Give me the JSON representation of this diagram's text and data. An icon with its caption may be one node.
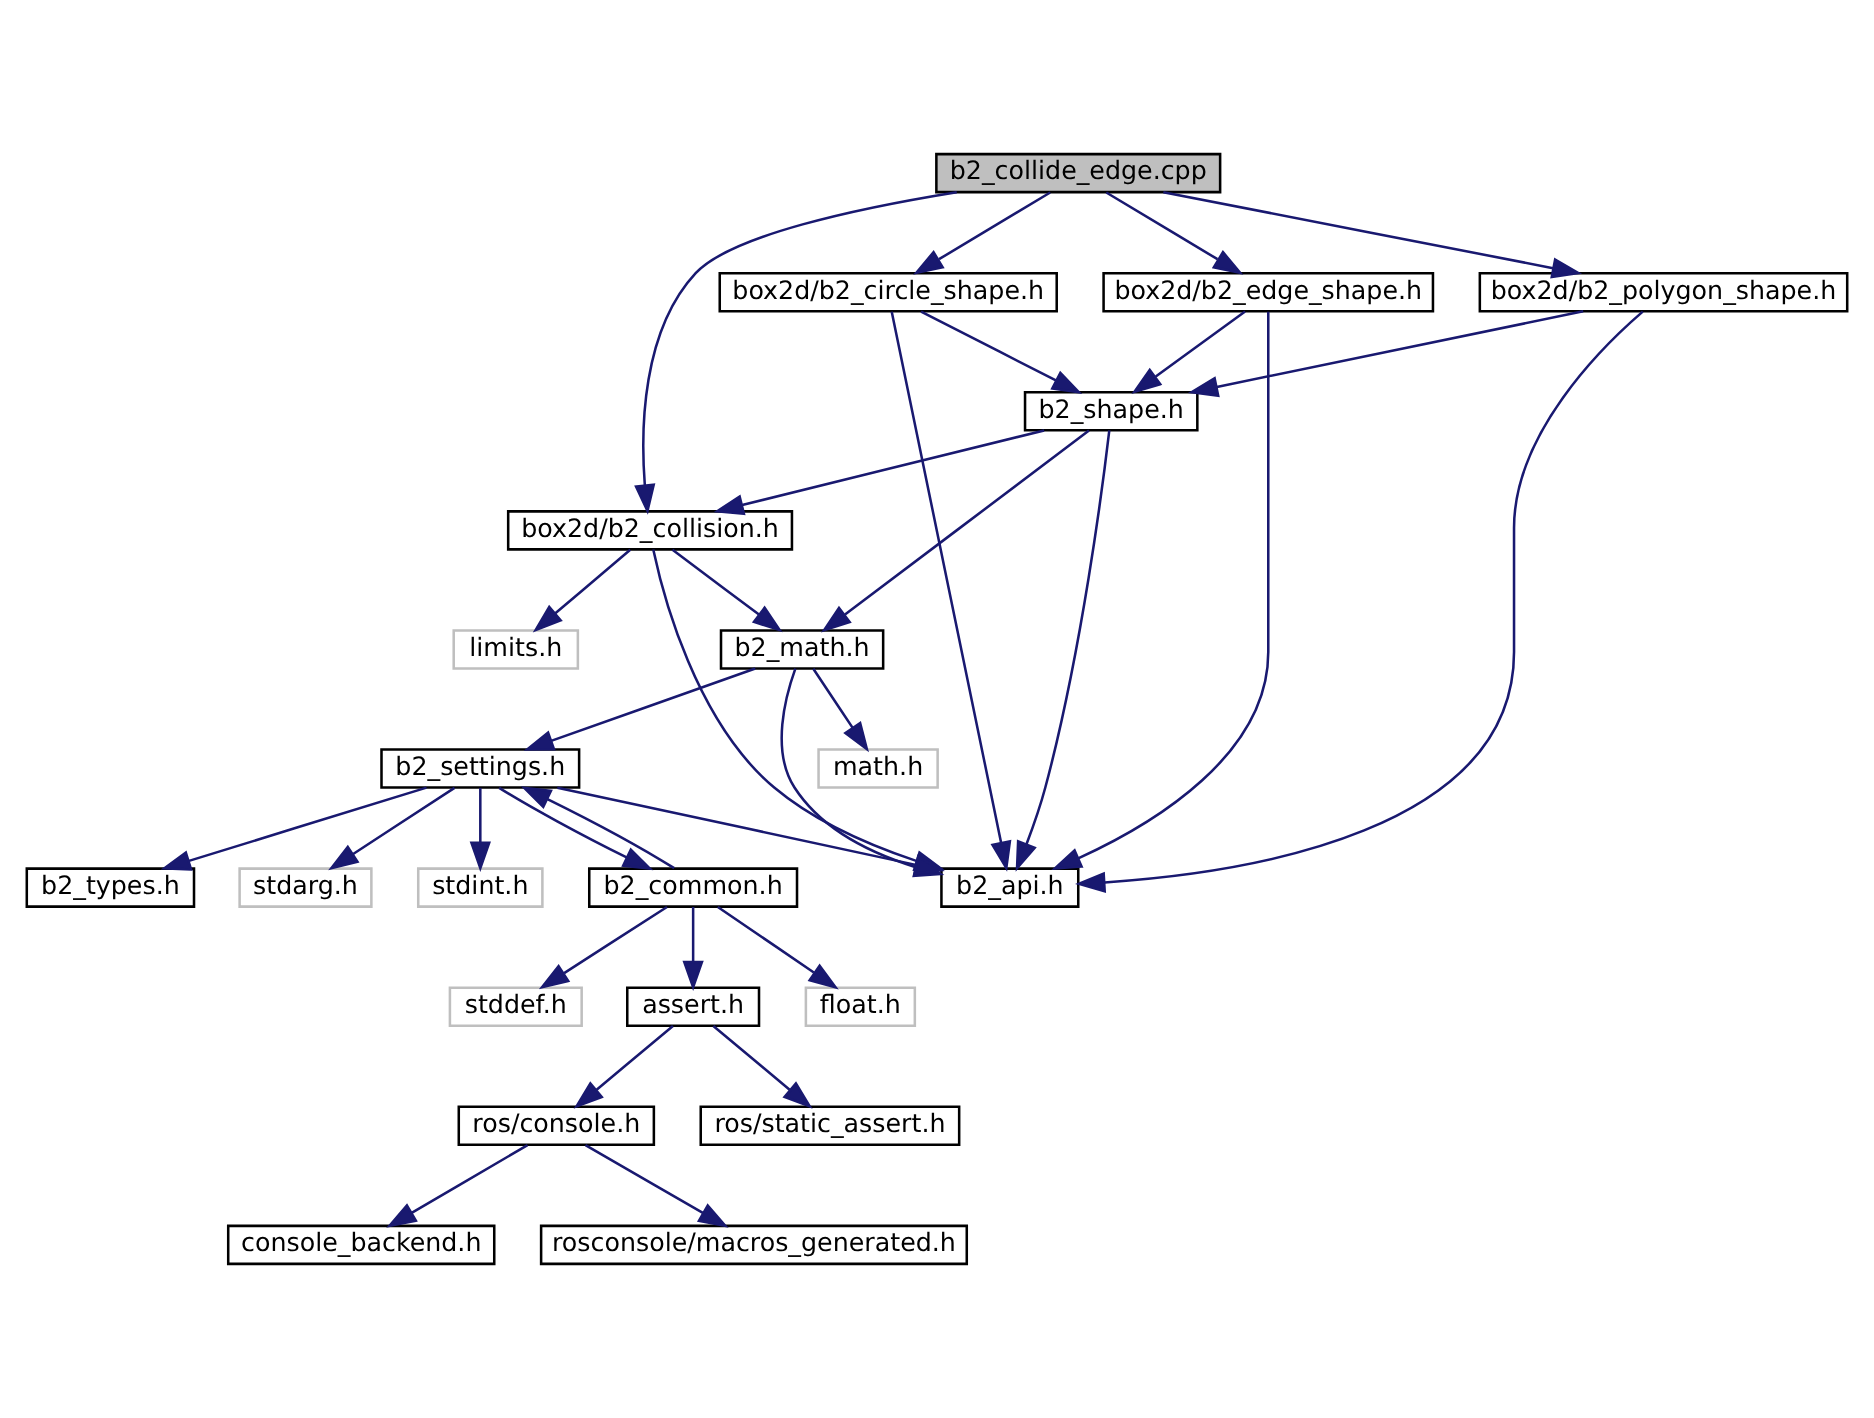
{
  "diagram": {
    "nodes": [
      {
        "text": [
          "b2_collide_edge.cpp"
        ]
      },
      {
        "text": [
          "box2d/b2_circle_shape.h"
        ]
      },
      {
        "text": [
          "box2d/b2_edge_shape.h"
        ]
      },
      {
        "text": [
          "box2d/b2_polygon_shape.h"
        ]
      },
      {
        "text": [
          "b2_shape.h"
        ]
      },
      {
        "text": [
          "box2d/b2_collision.h"
        ]
      },
      {
        "text": [
          "limits.h"
        ]
      },
      {
        "text": [
          "b2_math.h"
        ]
      },
      {
        "text": [
          "math.h"
        ]
      },
      {
        "text": [
          "b2_settings.h"
        ]
      },
      {
        "text": [
          "stdint.h"
        ]
      },
      {
        "text": [
          "b2_common.h"
        ]
      },
      {
        "text": [
          "b2_types.h"
        ]
      },
      {
        "text": [
          "stdarg.h"
        ]
      },
      {
        "text": [
          "b2_api.h"
        ]
      },
      {
        "text": [
          "stddef.h"
        ]
      },
      {
        "text": [
          "assert.h"
        ]
      },
      {
        "text": [
          "float.h"
        ]
      },
      {
        "text": [
          "ros/console.h"
        ]
      },
      {
        "text": [
          "ros/static_assert.h"
        ]
      },
      {
        "text": [
          "console_backend.h"
        ]
      },
      {
        "text": [
          "rosconsole/macros_generated.h"
        ]
      }
    ],
    "edges": [
      {
        "from": 0,
        "to": 5,
        "arrow": "to"
      },
      {
        "from": 0,
        "to": 1,
        "arrow": "to"
      },
      {
        "from": 0,
        "to": 2,
        "arrow": "to"
      },
      {
        "from": 0,
        "to": 3,
        "arrow": "to"
      },
      {
        "from": 1,
        "to": 4,
        "arrow": "to"
      },
      {
        "from": 1,
        "to": 14,
        "arrow": "to"
      },
      {
        "from": 2,
        "to": 4,
        "arrow": "to"
      },
      {
        "from": 2,
        "to": 14,
        "arrow": "to"
      },
      {
        "from": 3,
        "to": 4,
        "arrow": "to"
      },
      {
        "from": 3,
        "to": 14,
        "arrow": "to"
      },
      {
        "from": 4,
        "to": 5,
        "arrow": "to"
      },
      {
        "from": 4,
        "to": 7,
        "arrow": "to"
      },
      {
        "from": 4,
        "to": 14,
        "arrow": "to"
      },
      {
        "from": 5,
        "to": 6,
        "arrow": "to"
      },
      {
        "from": 5,
        "to": 7,
        "arrow": "to"
      },
      {
        "from": 5,
        "to": 14,
        "arrow": "to"
      },
      {
        "from": 7,
        "to": 9,
        "arrow": "to"
      },
      {
        "from": 7,
        "to": 8,
        "arrow": "to"
      },
      {
        "from": 7,
        "to": 14,
        "arrow": "to"
      },
      {
        "from": 9,
        "to": 10,
        "arrow": "to"
      },
      {
        "from": 9,
        "to": 11,
        "arrow": "to"
      },
      {
        "from": 9,
        "to": 12,
        "arrow": "to"
      },
      {
        "from": 9,
        "to": 13,
        "arrow": "to"
      },
      {
        "from": 9,
        "to": 14,
        "arrow": "to"
      },
      {
        "from": 11,
        "to": 9,
        "arrow": "to"
      },
      {
        "from": 11,
        "to": 15,
        "arrow": "to"
      },
      {
        "from": 11,
        "to": 16,
        "arrow": "to"
      },
      {
        "from": 11,
        "to": 17,
        "arrow": "to"
      },
      {
        "from": 16,
        "to": 18,
        "arrow": "to"
      },
      {
        "from": 16,
        "to": 19,
        "arrow": "to"
      },
      {
        "from": 18,
        "to": 20,
        "arrow": "to"
      },
      {
        "from": 18,
        "to": 21,
        "arrow": "to"
      }
    ]
  }
}
